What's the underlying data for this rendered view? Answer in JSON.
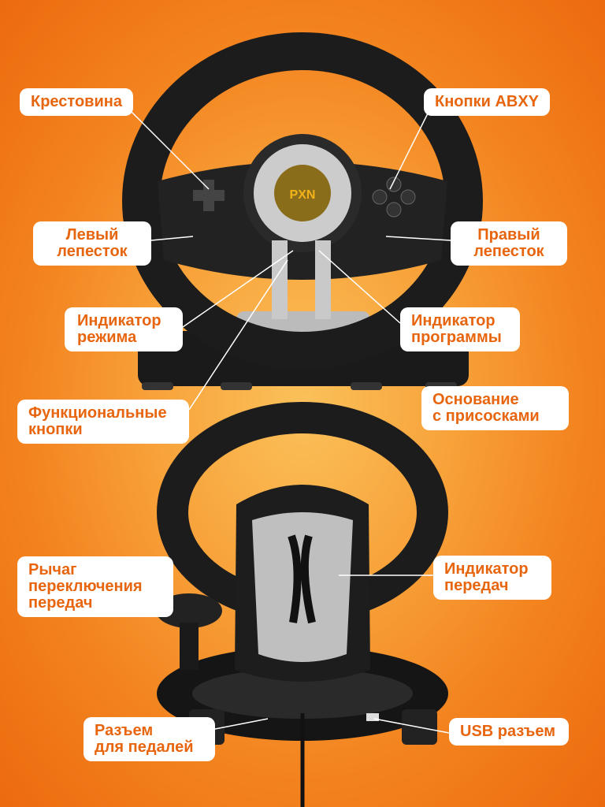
{
  "labels": {
    "dpad": "Крестовина",
    "abxy": "Кнопки ABXY",
    "left_paddle": "Левый\nлепесток",
    "right_paddle": "Правый\nлепесток",
    "mode_indicator": "Индикатор\nрежима",
    "program_indicator": "Индикатор\nпрограммы",
    "base": "Основание\nс присосками",
    "function_buttons": "Функциональные\nкнопки",
    "gear_lever": "Рычаг\nпереключения\nпередач",
    "gear_indicator": "Индикатор\nпередач",
    "pedal_port": "Разъем\nдля педалей",
    "usb_port": "USB разъем"
  },
  "logo": "PXN",
  "colors": {
    "accent": "#e8650f",
    "background": "#f3831f"
  }
}
